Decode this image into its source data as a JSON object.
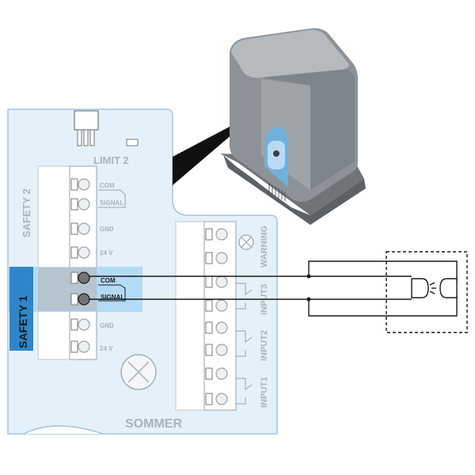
{
  "labels": {
    "limit2": "LIMIT 2",
    "safety2": "SAFETY 2",
    "safety1": "SAFETY 1",
    "sommer": "SOMMER",
    "warning": "WARNING",
    "input3": "INPUT3",
    "input2": "INPUT2",
    "input1": "INPUT1"
  },
  "left_terminals": [
    "COM",
    "SIGNAL",
    "GND",
    "24 V",
    "COM",
    "SIGNAL",
    "GND",
    "24 V"
  ],
  "colors": {
    "board": "#e4f1fb",
    "board_edge": "#a7c3da",
    "highlight": "#aad7f4",
    "safety1_badge": "#2e86c8",
    "wire": "#1a1a1a",
    "opener_body": "#8c9297"
  },
  "icons": {
    "warning_lamp": "cross-circle-icon",
    "photo_cell": "photocell-transmitter-receiver-icon"
  }
}
